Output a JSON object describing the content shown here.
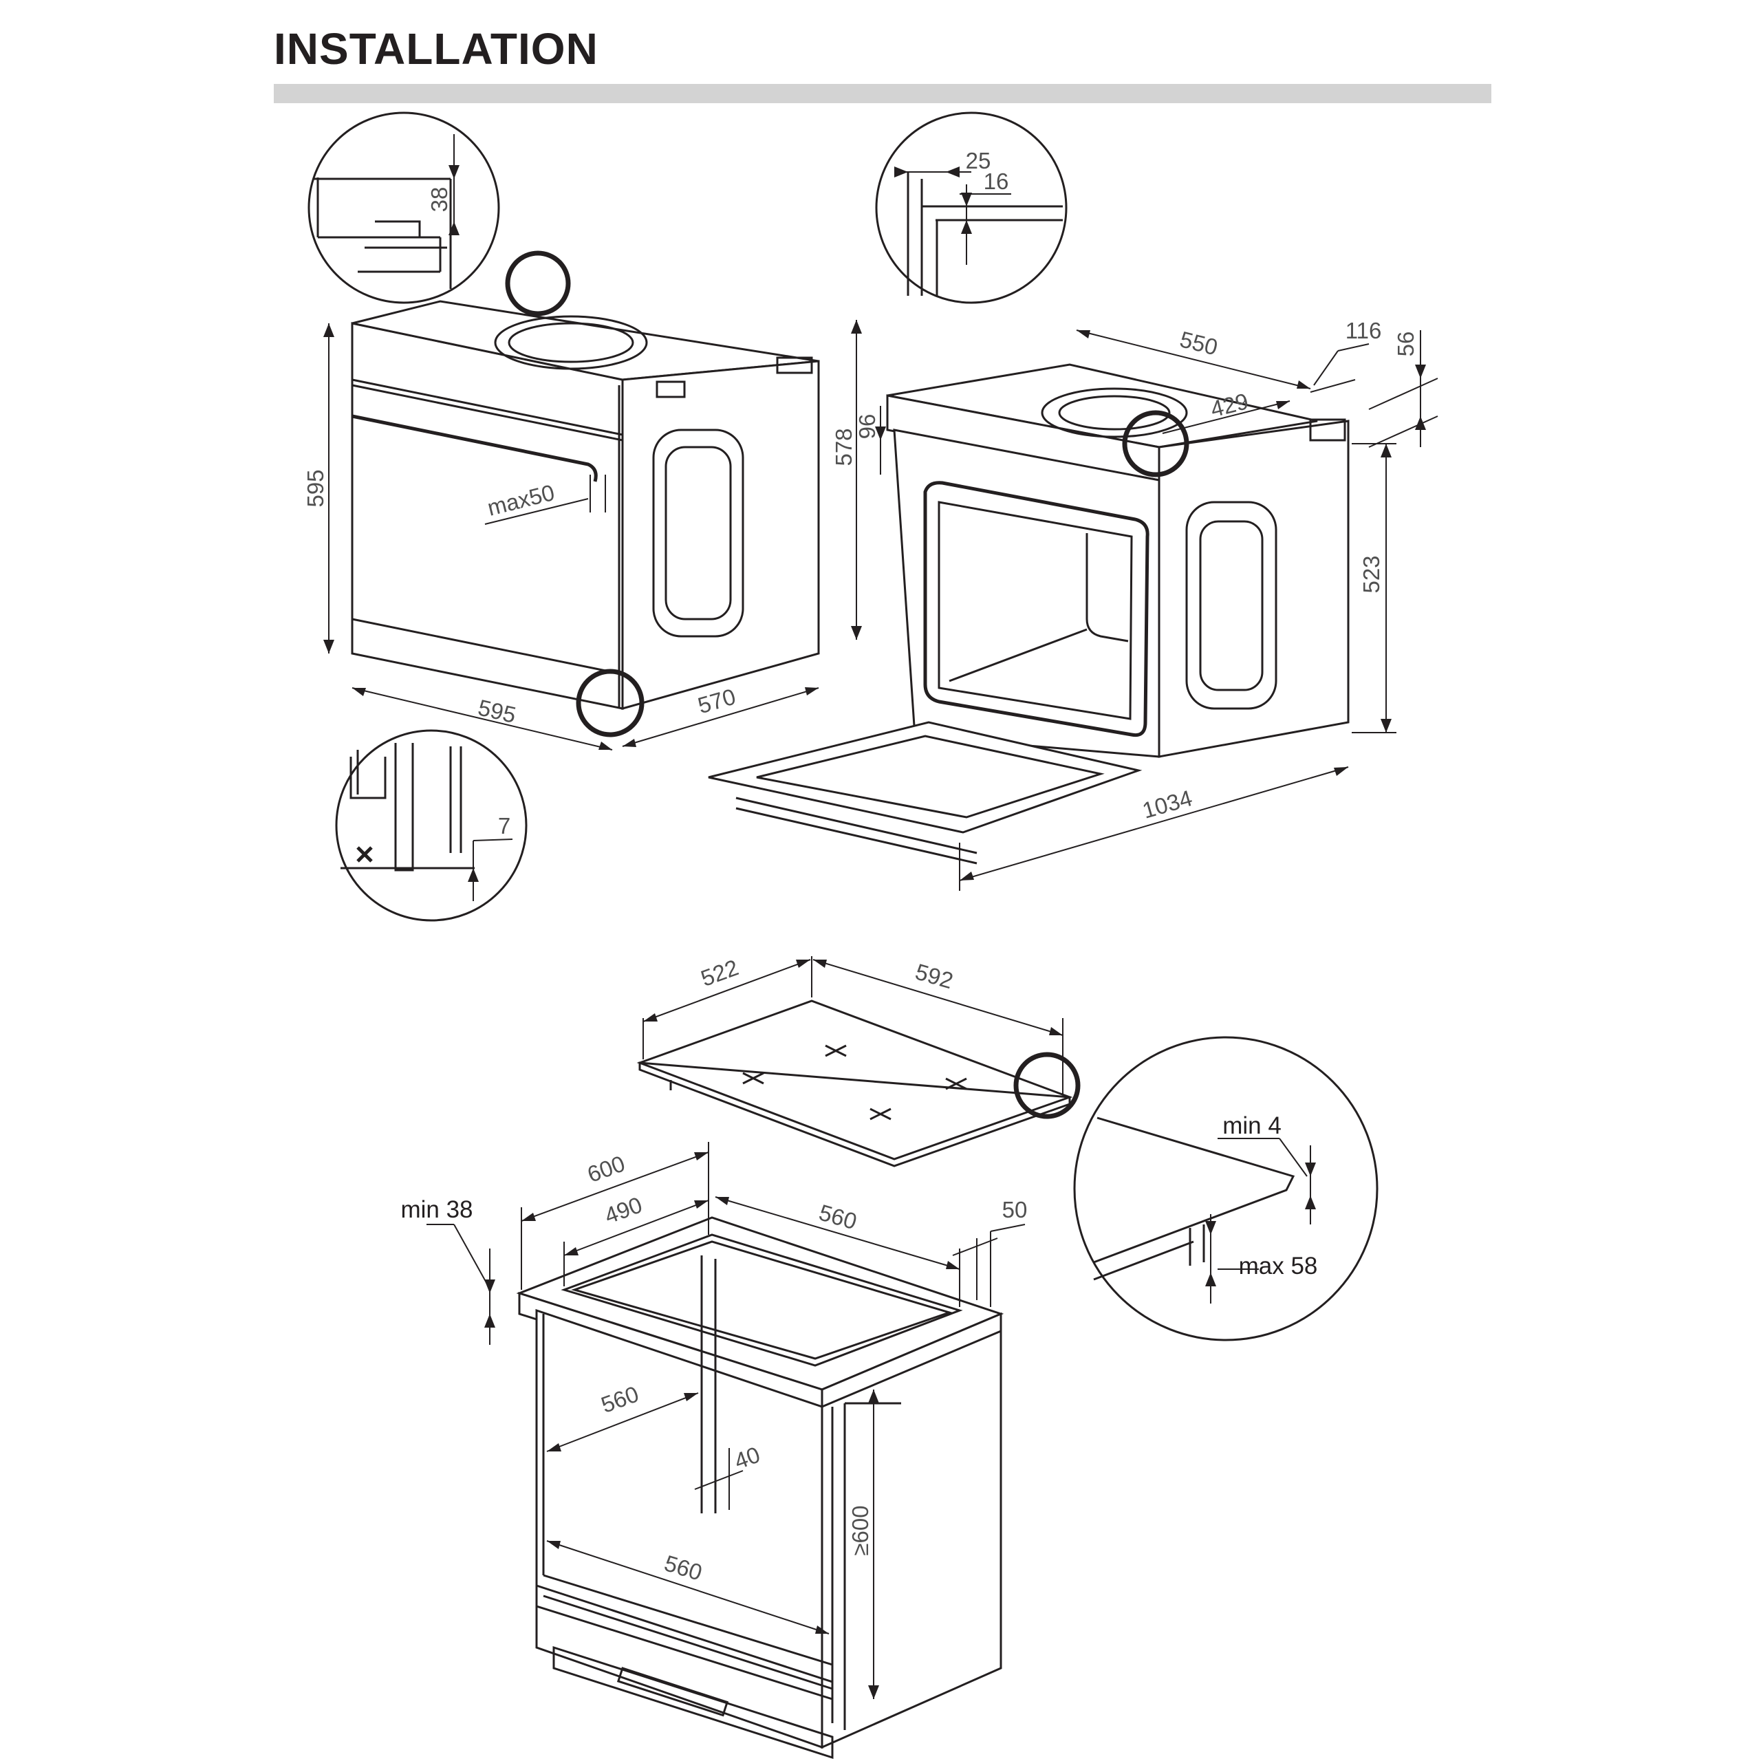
{
  "header": {
    "title": "INSTALLATION"
  },
  "oven_front": {
    "height": "595",
    "depth": "578",
    "width": "595",
    "side_depth": "570",
    "handle_clearance": "max50"
  },
  "detail_top_left": {
    "value": "38"
  },
  "detail_bottom_left": {
    "value": "7"
  },
  "detail_top_right": {
    "value_a": "25",
    "value_b": "16"
  },
  "oven_open": {
    "top_depth": "550",
    "rear": "116",
    "rear_height": "56",
    "inner": "429",
    "panel": "96",
    "height": "523",
    "open_depth": "1034"
  },
  "hob": {
    "depth": "522",
    "width": "592"
  },
  "detail_hob": {
    "min_gap": "min 4",
    "max_gap": "max 58"
  },
  "cabinet": {
    "worktop_thickness": "min 38",
    "worktop_depth": "600",
    "cutout_depth": "490",
    "cutout_width": "560",
    "rear_gap": "50",
    "inner_depth": "560",
    "vent_gap": "40",
    "niche_width": "560",
    "niche_height": "≥600"
  }
}
